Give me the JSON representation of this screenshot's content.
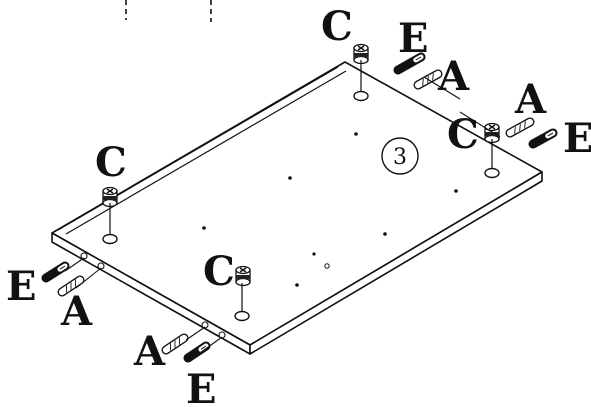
{
  "step_number": "3",
  "part_labels": {
    "cam_lock": "C",
    "dowel": "A",
    "screw": "E"
  },
  "callouts": [
    {
      "id": "c-top-left",
      "part": "cam_lock"
    },
    {
      "id": "e-top-left",
      "part": "screw"
    },
    {
      "id": "a-top-left",
      "part": "dowel"
    },
    {
      "id": "a-top-right",
      "part": "dowel"
    },
    {
      "id": "c-top-right",
      "part": "cam_lock"
    },
    {
      "id": "e-top-right",
      "part": "screw"
    },
    {
      "id": "c-left",
      "part": "cam_lock"
    },
    {
      "id": "c-bottom",
      "part": "cam_lock"
    },
    {
      "id": "e-left",
      "part": "screw"
    },
    {
      "id": "a-left",
      "part": "dowel"
    },
    {
      "id": "a-bottom",
      "part": "dowel"
    },
    {
      "id": "e-bottom",
      "part": "screw"
    }
  ]
}
